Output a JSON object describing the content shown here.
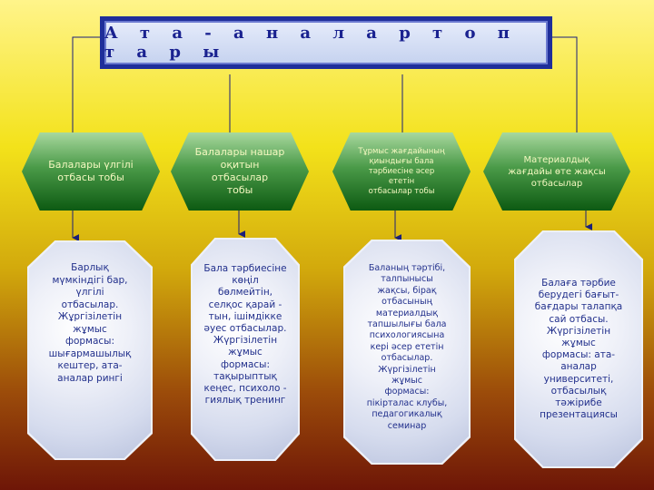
{
  "title": "А т а - а н а л а р   т о п т а р ы",
  "groups": [
    {
      "name": "Балалары үлгілі\nотбасы тобы",
      "description": "Барлық\nмүмкіндігі бар,\nүлгілі\nотбасылар.\nЖұргізілетін\nжұмыс\nформасы:\nшығармашылық\nкештер, ата-\nаналар рингі"
    },
    {
      "name": "Балалары нашар\nоқитын отбасылар\nтобы",
      "description": "Бала тәрбиесіне\nкөңіл\nбөлмейтін,\nселқос қарай -\nтын, ішімдікке\nәуес отбасылар.\nЖүргізілетін\nжұмыс\nформасы:\nтақырыптық\nкеңес, психоло -\nгиялық тренинг"
    },
    {
      "name": "Тұрмыс жағдайының\nқиындығы бала\nтәрбиесіне әсер ететін\nотбасылар тобы",
      "description": "Баланың тәртібі,\nталпынысы\nжақсы, бірақ\nотбасының\nматериалдық\nтапшылығы бала\nпсихологиясына\nкері әсер ететін\nотбасылар.\nЖүргізілетін\nжұмыс\nформасы:\nпікірталас клубы,\nпедагогикалық\nсеминар"
    },
    {
      "name": "Материалдық\nжағдайы өте жақсы\nотбасылар",
      "description": "Балаға тәрбие\nберудегі бағыт-\nбағдары талапқа\nсай отбасы.\nЖүргізілетін\nжұмыс\nформасы: ата-\nаналар\nуниверситеті,\nотбасылық\nтәжірибе\nпрезентациясы"
    }
  ],
  "colors": {
    "title_border": "#1f2e9a",
    "title_text": "#1a2290",
    "hexagon": "#2f7d33",
    "hexagon_text": "#f4f8c0",
    "card_text": "#22308c",
    "connector": "#1a1f7a"
  }
}
